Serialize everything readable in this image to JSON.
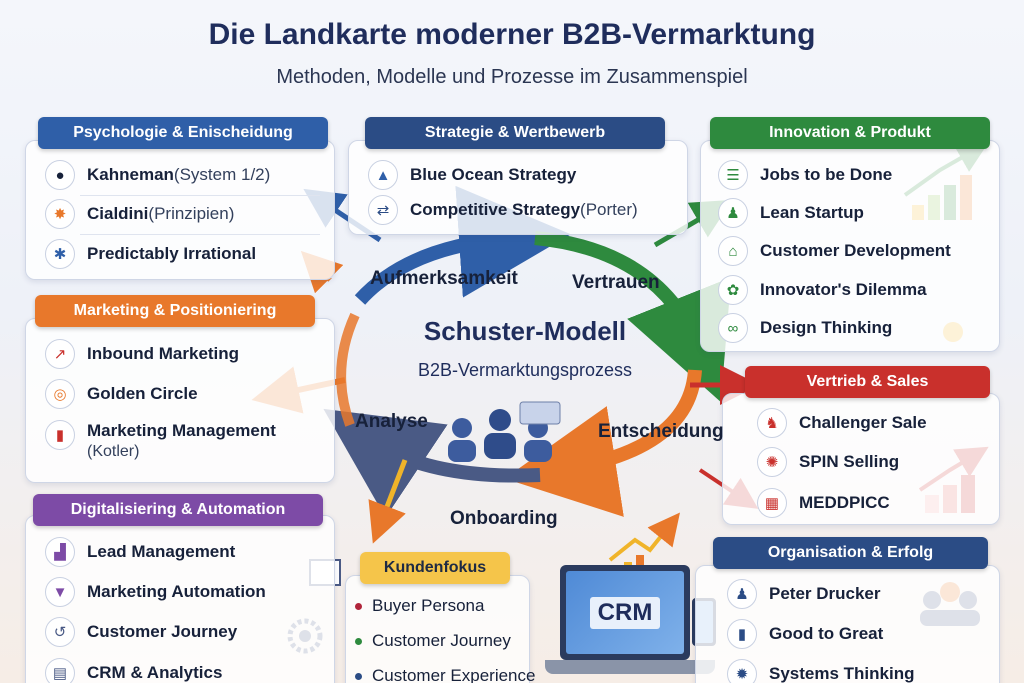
{
  "title": "Die Landkarte moderner B2B-Vermarktung",
  "subtitle": "Methoden, Modelle und Prozesse im Zusammenspiel",
  "center": {
    "title": "Schuster-Modell",
    "subtitle": "B2B-Vermarktungsprozess",
    "stages": [
      "Aufmerksamkeit",
      "Vertrauen",
      "Entscheidung",
      "Onboarding",
      "Analyse"
    ]
  },
  "panels": {
    "psychologie": {
      "title": "Psychologie & Enischeidung",
      "color": "#2f5fa8",
      "items": [
        {
          "label": "Kahneman",
          "note": " (System 1/2)",
          "icon": "brain-icon"
        },
        {
          "label": "Cialdini",
          "note": " (Prinzipien)",
          "icon": "star-icon"
        },
        {
          "label": "Predictably Irrational",
          "note": "",
          "icon": "puzzle-icon"
        }
      ]
    },
    "strategie": {
      "title": "Strategie & Wertbewerb",
      "color": "#2b4c85",
      "items": [
        {
          "label": "Blue Ocean Strategy",
          "note": "",
          "icon": "wave-icon"
        },
        {
          "label": "Competitive Strategy",
          "note": " (Porter)",
          "icon": "arrows-icon"
        }
      ]
    },
    "innovation": {
      "title": "Innovation & Produkt",
      "color": "#2e8a3e",
      "items": [
        {
          "label": "Jobs to be Done",
          "note": "",
          "icon": "checklist-icon"
        },
        {
          "label": "Lean Startup",
          "note": "",
          "icon": "person-icon"
        },
        {
          "label": "Customer Development",
          "note": "",
          "icon": "building-icon"
        },
        {
          "label": "Innovator's Dilemma",
          "note": "",
          "icon": "leaf-icon"
        },
        {
          "label": "Design Thinking",
          "note": "",
          "icon": "link-icon"
        }
      ]
    },
    "marketing": {
      "title": "Marketing & Positioniering",
      "color": "#e8782b",
      "items": [
        {
          "label": "Inbound Marketing",
          "note": "",
          "icon": "magnet-icon"
        },
        {
          "label": "Golden Circle",
          "note": "",
          "icon": "target-icon"
        },
        {
          "label": "Marketing Management",
          "note": "(Kotler)",
          "icon": "book-icon"
        }
      ]
    },
    "vertrieb": {
      "title": "Vertrieb & Sales",
      "color": "#c9302c",
      "items": [
        {
          "label": "Challenger Sale",
          "note": "",
          "icon": "chess-icon"
        },
        {
          "label": "SPIN Selling",
          "note": "",
          "icon": "spin-icon"
        },
        {
          "label": "MEDDPICC",
          "note": "",
          "icon": "calendar-icon"
        }
      ]
    },
    "digital": {
      "title": "Digitalisiering & Automation",
      "color": "#7d4ba6",
      "items": [
        {
          "label": "Lead Management",
          "note": "",
          "icon": "bar-chart-icon"
        },
        {
          "label": "Marketing Automation",
          "note": "",
          "icon": "funnel-icon"
        },
        {
          "label": "Customer Journey",
          "note": "",
          "icon": "route-icon"
        },
        {
          "label": "CRM & Analytics",
          "note": "",
          "icon": "database-icon"
        }
      ]
    },
    "kundenfokus": {
      "title": "Kundenfokus",
      "color": "#f0b42a",
      "items": [
        {
          "label": "Buyer Persona",
          "dot": "#b0243a"
        },
        {
          "label": "Customer Journey",
          "dot": "#2e8a3e"
        },
        {
          "label": "Customer Experience",
          "dot": "#2b4c85"
        }
      ]
    },
    "organisation": {
      "title": "Organisation & Erfolg",
      "color": "#2b4c85",
      "items": [
        {
          "label": "Peter Drucker",
          "note": "",
          "icon": "person-icon"
        },
        {
          "label": "Good to Great",
          "note": "",
          "icon": "book-icon"
        },
        {
          "label": "Systems Thinking",
          "note": "",
          "icon": "gear-icon"
        }
      ]
    }
  },
  "laptop_label": "CRM",
  "icons": {
    "brain-icon": "●",
    "star-icon": "✸",
    "puzzle-icon": "✱",
    "wave-icon": "▲",
    "arrows-icon": "⇄",
    "checklist-icon": "☰",
    "person-icon": "♟",
    "building-icon": "⌂",
    "leaf-icon": "✿",
    "link-icon": "∞",
    "magnet-icon": "↗",
    "target-icon": "◎",
    "book-icon": "▮",
    "chess-icon": "♞",
    "spin-icon": "✺",
    "calendar-icon": "▦",
    "bar-chart-icon": "▟",
    "funnel-icon": "▼",
    "route-icon": "↺",
    "database-icon": "▤",
    "gear-icon": "✹"
  }
}
